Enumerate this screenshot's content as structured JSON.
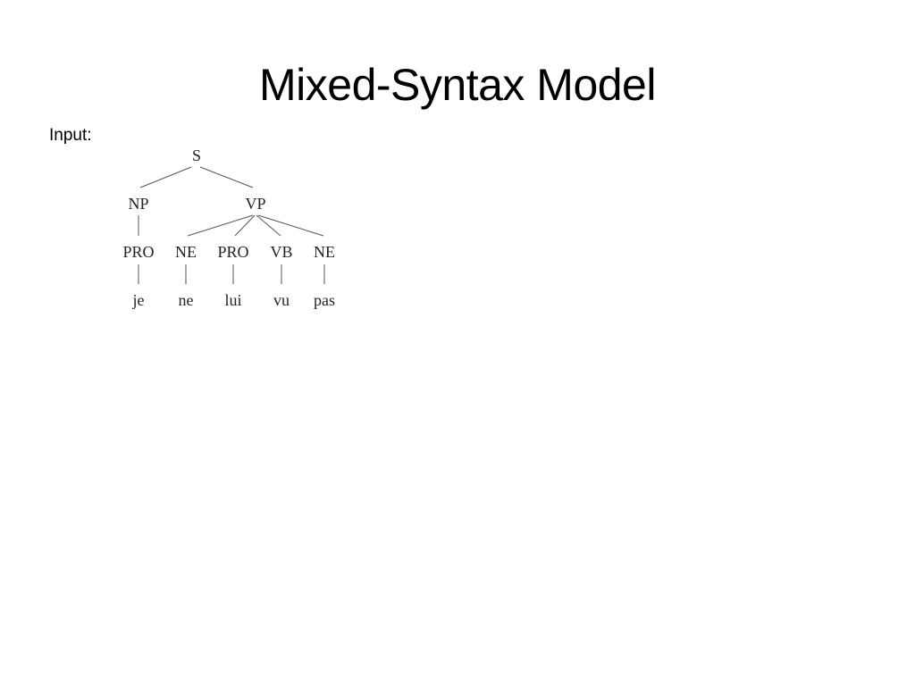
{
  "slide": {
    "title": "Mixed-Syntax Model",
    "input_label": "Input:"
  },
  "tree": {
    "root": "S",
    "np": "NP",
    "vp": "VP",
    "preterminals": [
      "PRO",
      "NE",
      "PRO",
      "VB",
      "NE"
    ],
    "words": [
      "je",
      "ne",
      "lui",
      "vu",
      "pas"
    ]
  }
}
